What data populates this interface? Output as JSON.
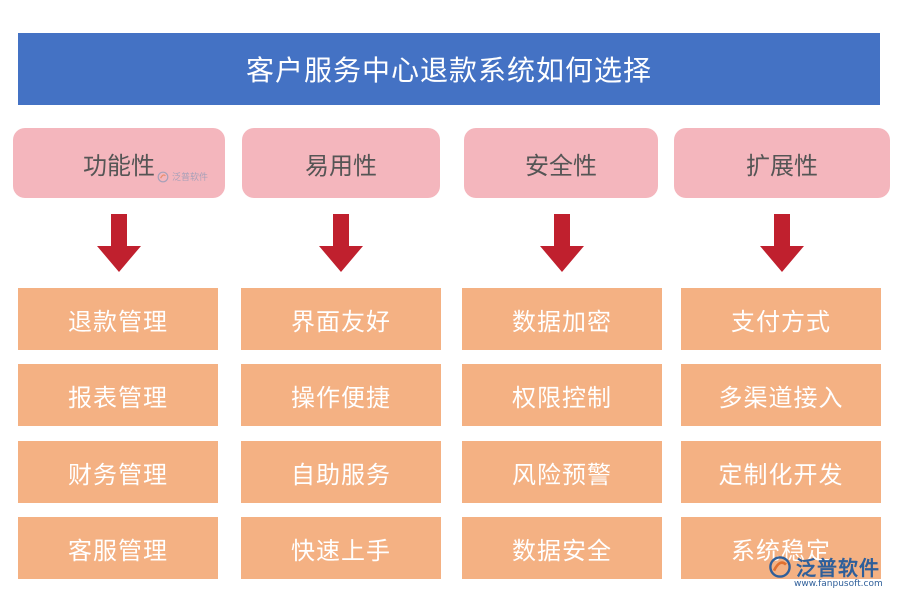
{
  "title": "客户服务中心退款系统如何选择",
  "colors": {
    "title_bg": "#4472c4",
    "category_bg": "#f4b6bd",
    "item_bg": "#f4b183",
    "arrow": "#c0202e"
  },
  "columns": [
    {
      "category": "功能性",
      "items": [
        "退款管理",
        "报表管理",
        "财务管理",
        "客服管理"
      ]
    },
    {
      "category": "易用性",
      "items": [
        "界面友好",
        "操作便捷",
        "自助服务",
        "快速上手"
      ]
    },
    {
      "category": "安全性",
      "items": [
        "数据加密",
        "权限控制",
        "风险预警",
        "数据安全"
      ]
    },
    {
      "category": "扩展性",
      "items": [
        "支付方式",
        "多渠道接入",
        "定制化开发",
        "系统稳定"
      ]
    }
  ],
  "watermark": {
    "brand": "泛普软件",
    "url": "www.fanpusoft.com",
    "icon": "fanpu-logo-icon"
  }
}
